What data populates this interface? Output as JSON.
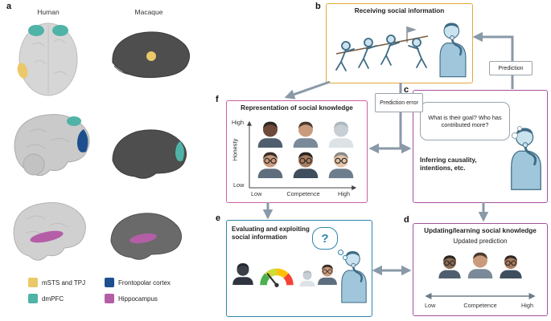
{
  "panel_a": {
    "label": "a",
    "species": [
      "Human",
      "Macaque"
    ],
    "legend": [
      {
        "label": "mSTS and TPJ",
        "color": "#EBC868"
      },
      {
        "label": "dmPFC",
        "color": "#4FB3A7"
      },
      {
        "label": "Frontopolar cortex",
        "color": "#1E4F8F"
      },
      {
        "label": "Hippocampus",
        "color": "#B55EA8"
      }
    ]
  },
  "panel_b": {
    "label": "b",
    "title": "Receiving social information"
  },
  "panel_c": {
    "label": "c",
    "thought": "What is their goal? Who has contributed more?",
    "caption": "Inferring causality, intentions, etc."
  },
  "panel_d": {
    "label": "d",
    "title": "Updating/learning social knowledge",
    "subtitle": "Updated prediction",
    "axis_low": "Low",
    "axis_label": "Competence",
    "axis_high": "High"
  },
  "panel_e": {
    "label": "e",
    "title": "Evaluating and exploiting social information",
    "question_mark": "?"
  },
  "panel_f": {
    "label": "f",
    "title": "Representation of social knowledge",
    "y_high": "High",
    "y_label": "Honesty",
    "y_low": "Low",
    "x_low": "Low",
    "x_label": "Competence",
    "x_high": "High"
  },
  "connectors": {
    "prediction": "Prediction",
    "prediction_error": "Prediction error"
  },
  "colors": {
    "panel_b_border": "#E5A83C",
    "panel_c_border": "#A2519F",
    "panel_d_border": "#A2519F",
    "panel_e_border": "#2F86A8",
    "panel_f_border": "#C9609F",
    "arrow": "#8A99A8"
  }
}
